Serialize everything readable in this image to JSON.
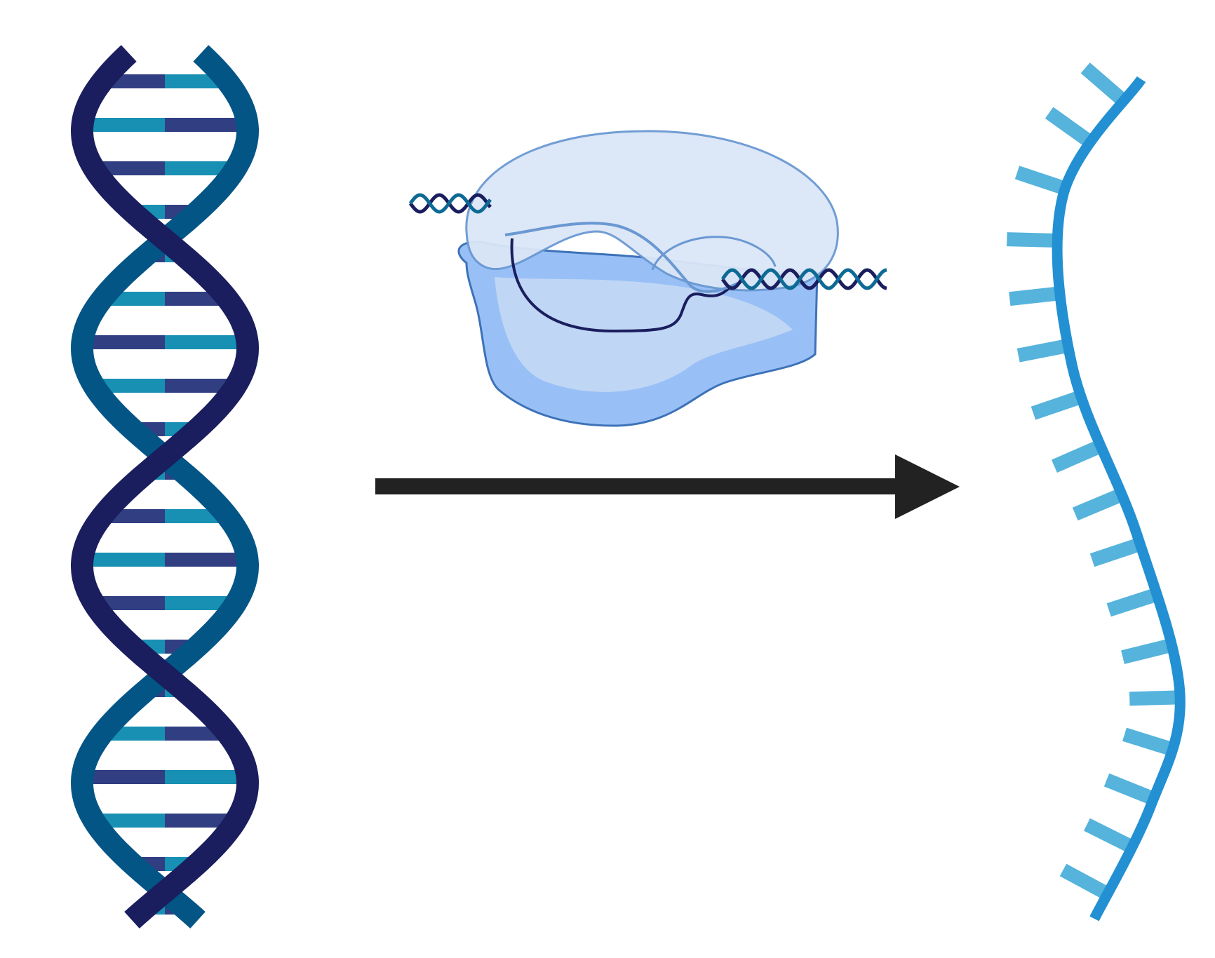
{
  "diagram": {
    "title": "",
    "nodes": [
      {
        "id": "dna",
        "icon": "dna-double-helix-icon"
      },
      {
        "id": "polymerase",
        "icon": "rna-polymerase-icon"
      },
      {
        "id": "rna",
        "icon": "rna-strand-icon"
      }
    ],
    "edges": [
      {
        "from": "dna",
        "to": "rna",
        "arrow": "right"
      }
    ],
    "colors": {
      "strand_dark": "#1a1e5e",
      "strand_teal": "#035586",
      "base_dark": "#313f82",
      "base_teal": "#1790b3",
      "rna_backbone": "#2290d2",
      "rna_bases": "#55b3dc",
      "arrow": "#222222",
      "enzyme_light": "#dbe6f7",
      "enzyme_mid": "#c3d8f4",
      "enzyme_dark": "#99c0f6",
      "enzyme_outline": "#3d72b8"
    }
  }
}
